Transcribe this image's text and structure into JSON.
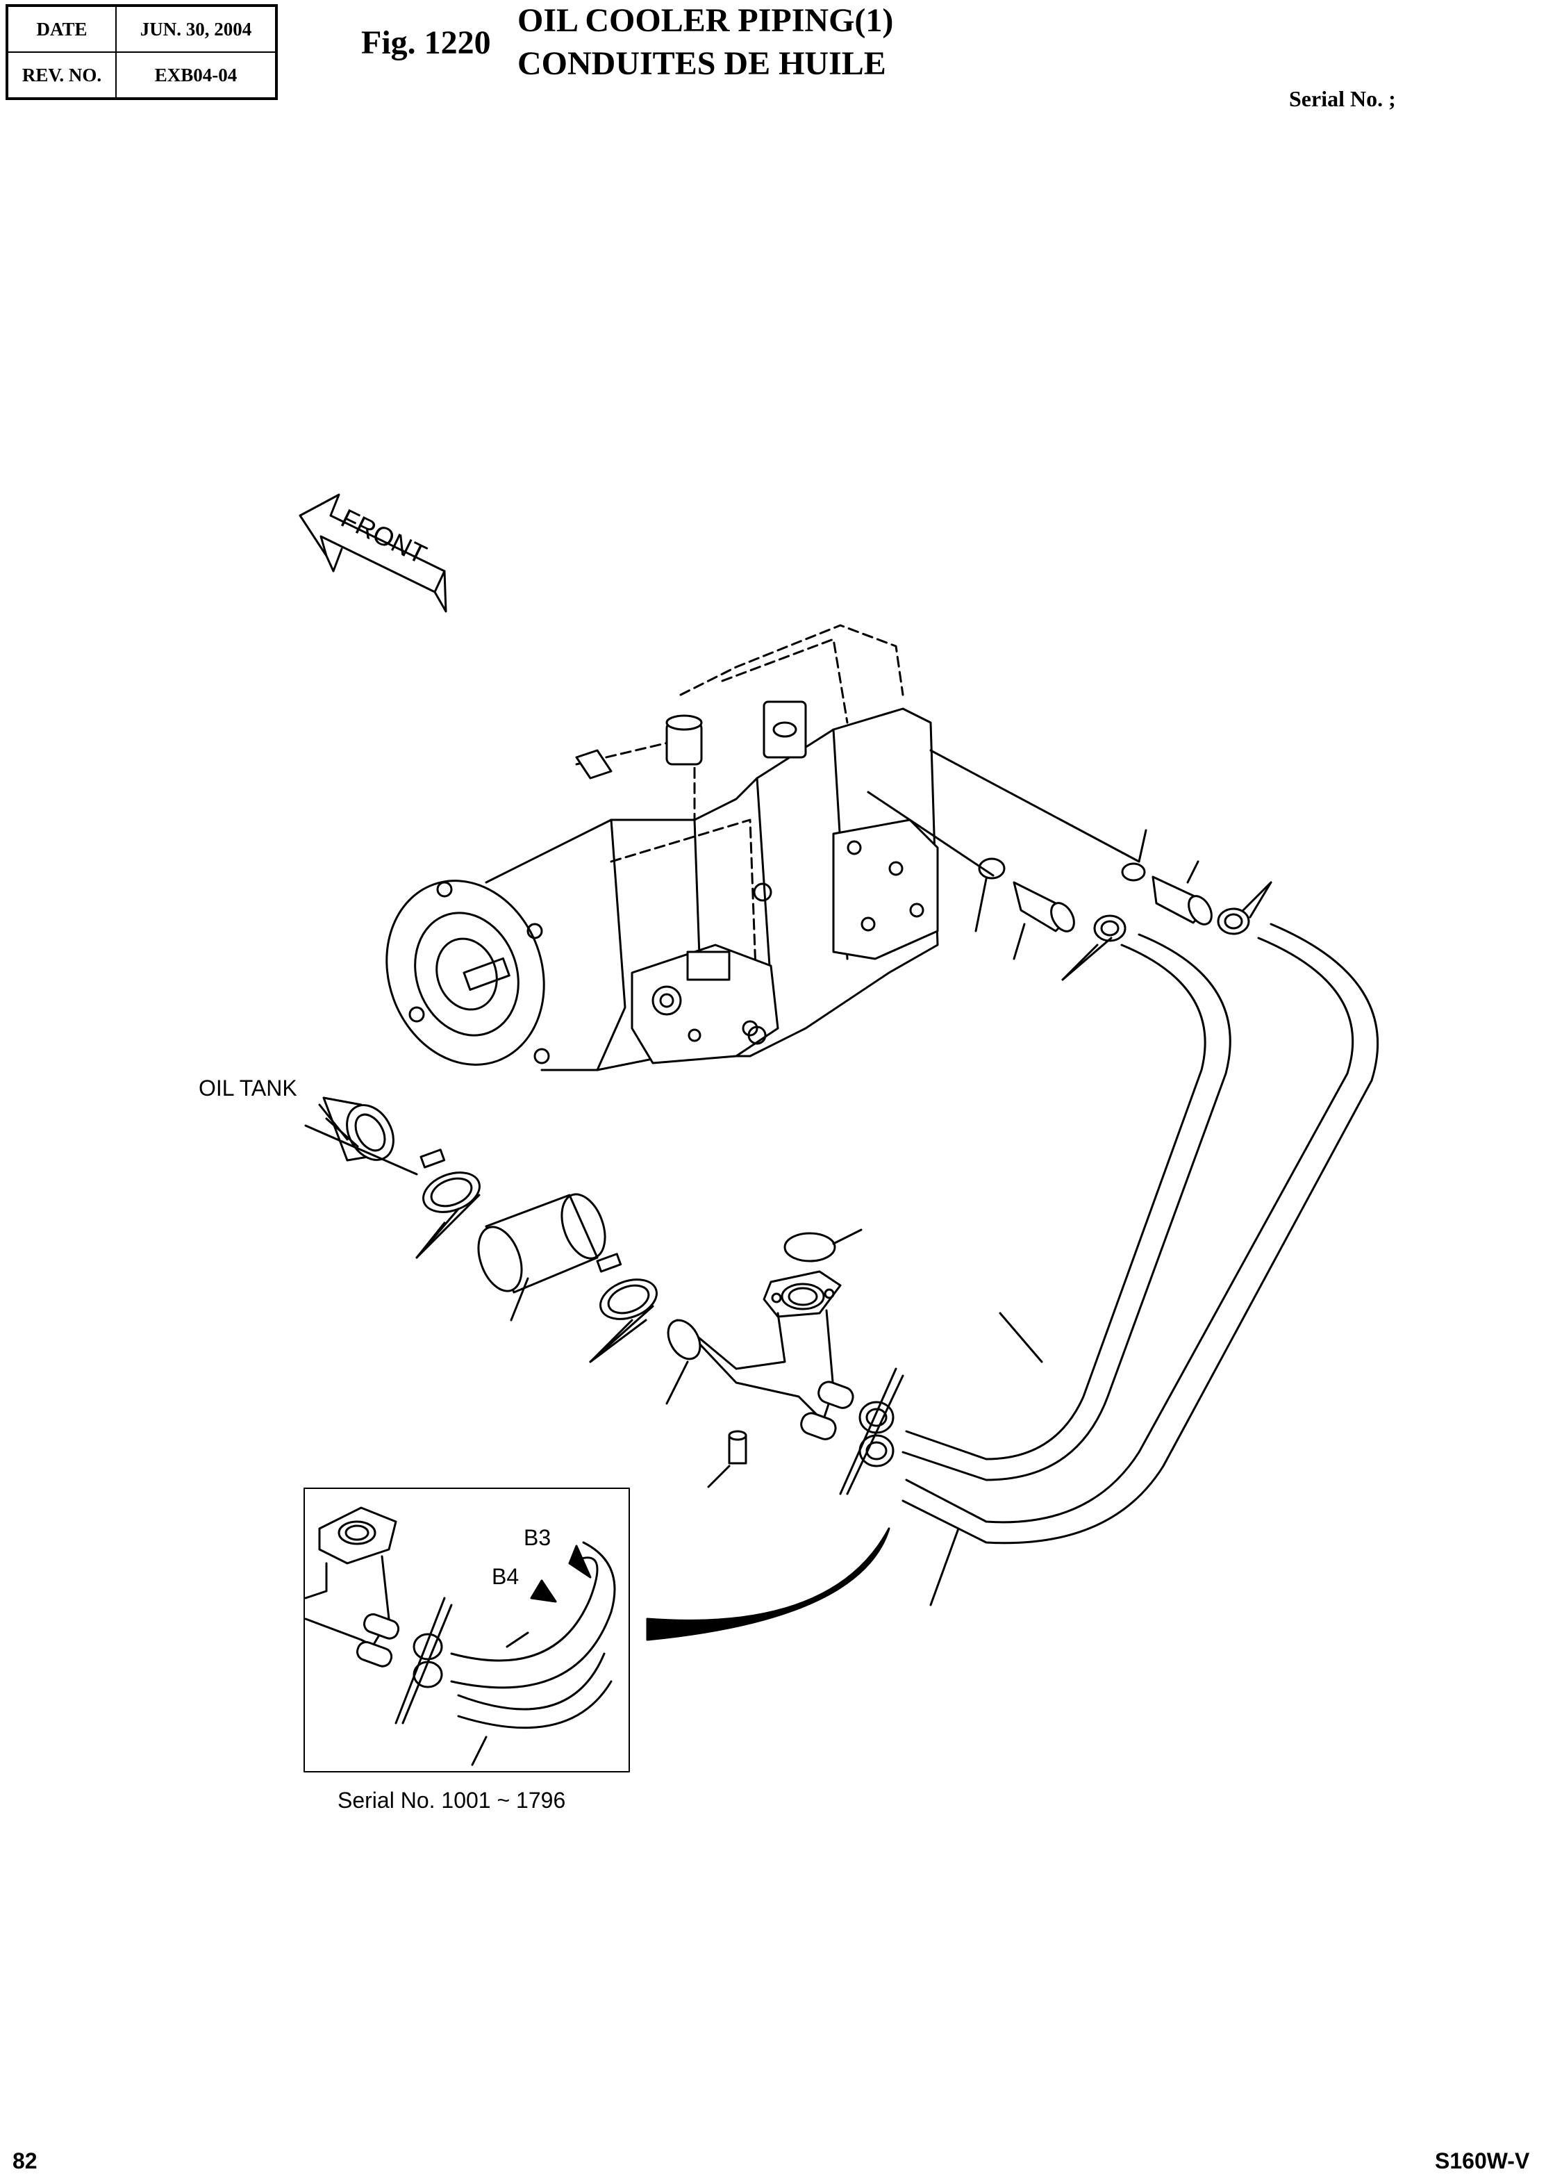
{
  "header": {
    "date_label": "DATE",
    "date_value": "JUN. 30, 2004",
    "rev_label": "REV. NO.",
    "rev_value": "EXB04-04"
  },
  "figure": {
    "number": "Fig. 1220",
    "title_en": "OIL COOLER PIPING(1)",
    "title_fr": "CONDUITES DE HUILE"
  },
  "serial_label": "Serial No. ;",
  "labels": {
    "front": "FRONT",
    "oil_tank": "OIL TANK",
    "b3": "B3",
    "b4": "B4",
    "inset_caption": "Serial No. 1001 ~ 1796"
  },
  "footer": {
    "page_number": "82",
    "model": "S160W-V"
  }
}
